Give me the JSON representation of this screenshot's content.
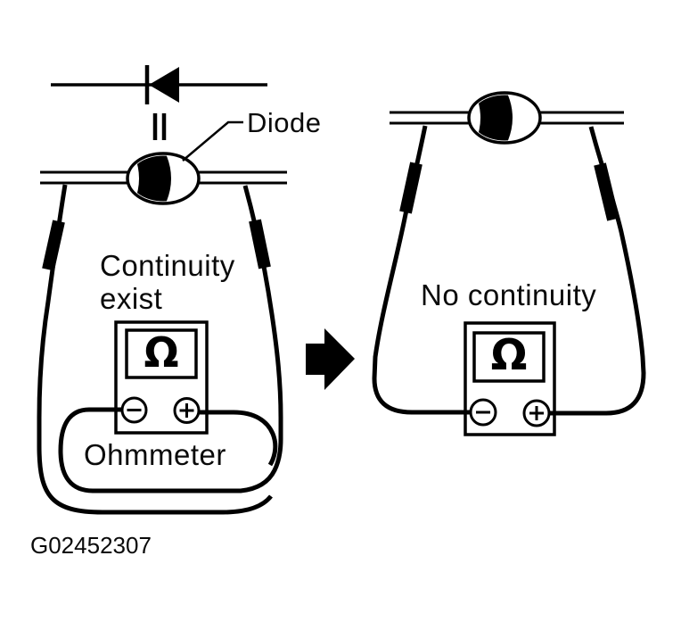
{
  "figure": {
    "id": "G02452307"
  },
  "labels": {
    "diode": "Diode",
    "continuity_line1": "Continuity",
    "continuity_line2": "exist",
    "ohmmeter": "Ohmmeter",
    "no_continuity": "No continuity"
  },
  "meters": {
    "left": {
      "display_symbol": "Ω",
      "negative": "−",
      "positive": "+"
    },
    "right": {
      "display_symbol": "Ω",
      "negative": "−",
      "positive": "+"
    }
  },
  "colors": {
    "ink": "#000000",
    "paper": "#ffffff"
  }
}
